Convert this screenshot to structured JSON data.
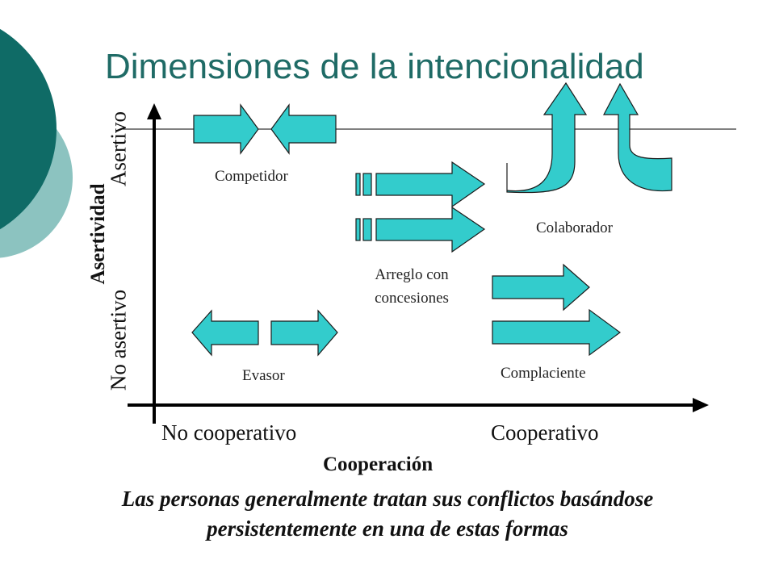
{
  "slide": {
    "title": "Dimensiones de la intencionalidad",
    "colors": {
      "title": "#1f6b66",
      "arrow_fill": "#33cccc",
      "circle_dark": "#0f6b66",
      "circle_light": "#8cc3c0"
    }
  },
  "diagram": {
    "y_axis": {
      "title": "Asertividad",
      "high_label": "Asertivo",
      "low_label": "No asertivo"
    },
    "x_axis": {
      "title": "Cooperación",
      "low_label": "No cooperativo",
      "high_label": "Cooperativo"
    },
    "styles": {
      "competitor": "Competidor",
      "collaborator": "Colaborador",
      "compromise_line1": "Arreglo con",
      "compromise_line2": "concesiones",
      "avoider": "Evasor",
      "accommodator": "Complaciente"
    }
  },
  "caption": {
    "line1": "Las personas generalmente tratan sus conflictos basándose",
    "line2": "persistentemente en una de estas formas"
  }
}
